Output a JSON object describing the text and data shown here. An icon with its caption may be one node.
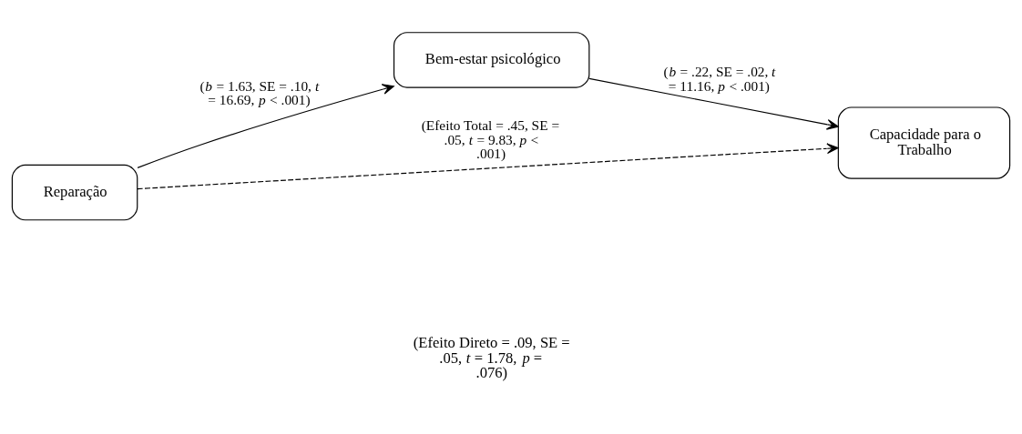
{
  "diagram": {
    "nodes": [
      {
        "text": [
          "Bem-estar psicológico"
        ]
      },
      {
        "text": [
          "Reparação"
        ]
      },
      {
        "text": [
          "Capacidade para o Trabalho"
        ]
      }
    ],
    "edges": [
      {
        "from": 1,
        "to": 0,
        "arrow": "to",
        "label": "(*b* = 1.63, SE = .10, *t* = 16.69, *p* < .001)"
      },
      {
        "from": 0,
        "to": 2,
        "arrow": "to",
        "label": "(*b* = .22, SE = .02, *t* = 11.16, *p* < .001)"
      },
      {
        "from": 1,
        "to": 2,
        "arrow": "to",
        "style": "dashed",
        "label": "(Efeito Total = .45, SE = .05, *t* = 9.83, *p* < .001)"
      }
    ],
    "labels": [
      "(Efeito Direto = .09, SE = .05, *t* = 1.78, *p* = .076)"
    ]
  }
}
